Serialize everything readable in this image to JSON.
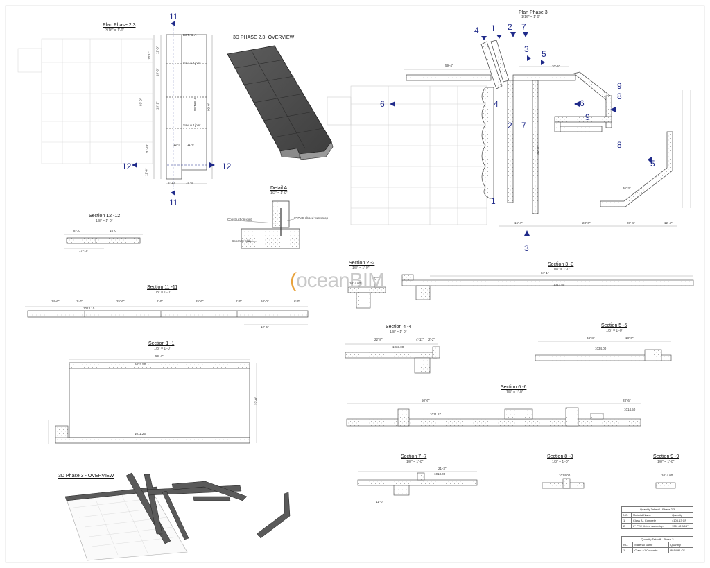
{
  "titles": {
    "plan23": "Plan Phase 2.3",
    "plan23_scale": "3/16\" = 1'-0\"",
    "ov23": "3D PHASE 2.3- OVERVIEW",
    "plan3": "Plan Phase 3",
    "plan3_scale": "1/16\" = 1'-0\"",
    "detailA": "Detail A",
    "detailA_scale": "1/2\" = 1'-0\"",
    "s1212": "Section 12 -12",
    "s1111": "Section 11 -11",
    "s11": "Section 1 -1",
    "s22": "Section 2 -2",
    "s33": "Section 3 -3",
    "s44": "Section 4 -4",
    "s55": "Section 5 -5",
    "s66": "Section 6 -6",
    "s77": "Section 7 -7",
    "s88": "Section 8 -8",
    "s99": "Section 9 -9",
    "ov3": "3D Phase 3 - OVERVIEW",
    "sec_scale": "1/8\" = 1'-0\""
  },
  "watermark": {
    "pre": "ocean",
    "post": "BIM",
    "accent": "#e8a23c",
    "gray": "#c9c9c9"
  },
  "markers": {
    "m11top": "11",
    "m11bot": "11",
    "m12l": "12",
    "m12r": "12",
    "m4a": "4",
    "m1a": "1",
    "m2a": "2",
    "m7a": "7",
    "m3a": "3",
    "m5a": "5",
    "m6a": "6",
    "m4b": "4",
    "m2b": "2",
    "m7b": "7",
    "m1b": "1",
    "m3b": "3",
    "m6b": "6",
    "m9a": "9",
    "m8a": "8",
    "m9b": "9",
    "m8b": "8",
    "m5b": "5"
  },
  "marker_color": "#1f2a8a",
  "notes": {
    "detailA_tag": "DETAIL A",
    "sawcut1": "Saw cut joint",
    "sawcut2": "Saw cut joint",
    "detailA_v": "DETAIL A",
    "construction_joint": "Construction joint",
    "pvc": "6\" PVC ribbed waterstop",
    "concrete_slab": "Concrete slab"
  },
  "dims": {
    "p23_a": "18'-0\"",
    "p23_b": "12'-0\"",
    "p23_c": "13'-6\"",
    "p23_d": "15'-1\"",
    "p23_e": "90'-0\"",
    "p23_f": "93'-0\"",
    "p23_g": "20'-10\"",
    "p23_h": "11'-4\"",
    "p23_i": "5'-10\"",
    "p23_j": "15'-6\"",
    "p23_k": "12'-4\"",
    "p23_l": "11'-9\"",
    "s1111_a": "14'-6\"",
    "s1111_b": "1'-0\"",
    "s1111_c": "25'-6\"",
    "s1111_d": "1'-0\"",
    "s1111_e": "25'-6\"",
    "s1111_f": "1'-0\"",
    "s1111_g": "10'-0\"",
    "s1111_h": "6'-0\"",
    "s1111_i": "12'-6\"",
    "s1212_a": "8'-10\"",
    "s1212_b": "15'-0\"",
    "s1212_c": "17'-10\"",
    "s11_w": "59'-4\"",
    "s11_h": "22'-0\"",
    "s33_w": "84'-1\"",
    "s44_a": "22'-8\"",
    "s44_b": "4'-11\"",
    "s44_c": "2'-2\"",
    "s55_a": "34'-8\"",
    "s55_b": "18'-0\"",
    "s66_a": "50'-6\"",
    "s66_b": "28'-6\"",
    "s77_a": "21'-3\"",
    "s77_b": "11'-0\"",
    "p3_a": "59'-4\"",
    "p3_b": "20'-5\"",
    "p3_c": "34'-11\"",
    "p3_d": "36'-3\"",
    "p3_e": "23'-0\"",
    "p3_f": "28'-4\"",
    "p3_g": "16'-4\"",
    "p3_h": "12'-4\""
  },
  "elevs": {
    "s1111": "1013.10",
    "s11_top": "1033.50",
    "s11_bot": "1011.25",
    "s22": "1014.00",
    "s33": "1013.50",
    "s44": "1033.00",
    "s55": "1034.00",
    "s66a": "1011.67",
    "s66b": "1014.50",
    "s77": "1013.00",
    "s88": "1014.00",
    "s99": "1014.00"
  },
  "qto1": {
    "title": "Quantity Takeoff - Phase 2.3",
    "headers": [
      "NO.",
      "Material Name",
      "Quantity"
    ],
    "rows": [
      [
        "1",
        "Class A1 Concrete",
        "4105.13 CF"
      ],
      [
        "2",
        "6\" PVC ribbed waterstop",
        "136' - 8 9/16\""
      ]
    ]
  },
  "qto2": {
    "title": "Quantity Takeoff - Phase 3",
    "headers": [
      "NO.",
      "Material Name",
      "Quantity"
    ],
    "rows": [
      [
        "1",
        "Class A1 Concrete",
        "8014.91 CF"
      ]
    ]
  }
}
